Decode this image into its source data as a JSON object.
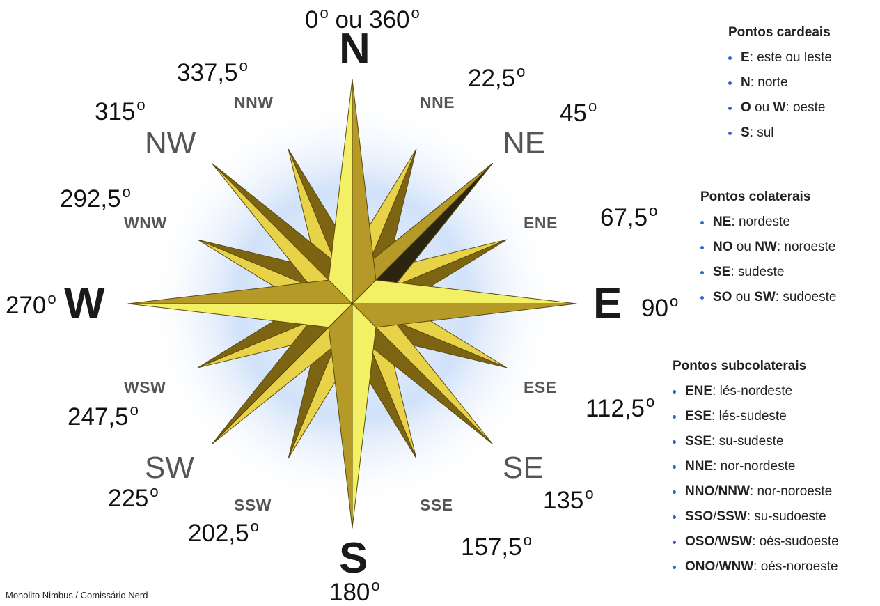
{
  "compass": {
    "cardinal": {
      "N": "N",
      "E": "E",
      "S": "S",
      "W": "W"
    },
    "intercardinal": {
      "NE": "NE",
      "SE": "SE",
      "SW": "SW",
      "NW": "NW"
    },
    "secondary": {
      "NNE": "NNE",
      "ENE": "ENE",
      "ESE": "ESE",
      "SSE": "SSE",
      "SSW": "SSW",
      "WSW": "WSW",
      "WNW": "WNW",
      "NNW": "NNW"
    },
    "degrees": {
      "N": "0",
      "N_alt": "ou 360",
      "NNE": "22,5",
      "NE": "45",
      "ENE": "67,5",
      "E": "90",
      "ESE": "112,5",
      "SE": "135",
      "SSE": "157,5",
      "S": "180",
      "SSW": "202,5",
      "SW": "225",
      "WSW": "247,5",
      "W": "270",
      "WNW": "292,5",
      "NW": "315",
      "NNW": "337,5"
    },
    "degree_symbol": "o",
    "colors": {
      "gold_light": "#e8d248",
      "gold_dark": "#7d6412",
      "yellow_light": "#f4f066",
      "yellow_dark": "#b59a28",
      "ne_dark": "#2a2410",
      "glow": "#c8dcf8"
    }
  },
  "credit": "Monolito Nimbus / Comissário Nerd",
  "legend": {
    "cardeais": {
      "title": "Pontos cardeais",
      "items": [
        {
          "abbr": "E",
          "sep": "",
          "alt": "",
          "desc": ": este ou leste"
        },
        {
          "abbr": "N",
          "sep": "",
          "alt": "",
          "desc": ": norte"
        },
        {
          "abbr": "O",
          "sep": " ou ",
          "alt": "W",
          "desc": ": oeste"
        },
        {
          "abbr": "S",
          "sep": "",
          "alt": "",
          "desc": ": sul"
        }
      ]
    },
    "colaterais": {
      "title": "Pontos colaterais",
      "items": [
        {
          "abbr": "NE",
          "sep": "",
          "alt": "",
          "desc": ": nordeste"
        },
        {
          "abbr": "NO",
          "sep": " ou ",
          "alt": "NW",
          "desc": ": noroeste"
        },
        {
          "abbr": "SE",
          "sep": "",
          "alt": "",
          "desc": ": sudeste"
        },
        {
          "abbr": "SO",
          "sep": " ou ",
          "alt": "SW",
          "desc": ": sudoeste"
        }
      ]
    },
    "subcolaterais": {
      "title": "Pontos subcolaterais",
      "items": [
        {
          "abbr": "ENE",
          "sep": "",
          "alt": "",
          "desc": ": lés-nordeste"
        },
        {
          "abbr": "ESE",
          "sep": "",
          "alt": "",
          "desc": ": lés-sudeste"
        },
        {
          "abbr": "SSE",
          "sep": "",
          "alt": "",
          "desc": ": su-sudeste"
        },
        {
          "abbr": "NNE",
          "sep": "",
          "alt": "",
          "desc": ": nor-nordeste"
        },
        {
          "abbr": "NNO",
          "sep": "/",
          "alt": "NNW",
          "desc": ": nor-noroeste"
        },
        {
          "abbr": "SSO",
          "sep": "/",
          "alt": "SSW",
          "desc": ": su-sudoeste"
        },
        {
          "abbr": "OSO",
          "sep": "/",
          "alt": "WSW",
          "desc": ": oés-sudoeste"
        },
        {
          "abbr": "ONO",
          "sep": "/",
          "alt": "WNW",
          "desc": ": oés-noroeste"
        }
      ]
    }
  }
}
